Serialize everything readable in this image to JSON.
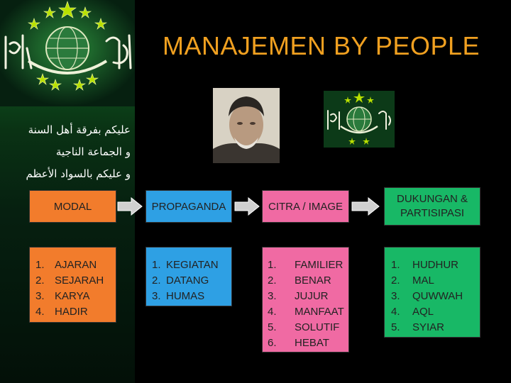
{
  "title": "MANAJEMEN BY PEOPLE",
  "arabic_lines": [
    "عليكم بفرقة أهل السنة",
    "و الجماعة الناجية",
    "و عليكم بالسواد الأعظم"
  ],
  "columns": [
    {
      "header": "MODAL",
      "color": "#f27c2c",
      "items": [
        "AJARAN",
        "SEJARAH",
        "KARYA",
        "HADIR"
      ]
    },
    {
      "header": "PROPAGANDA",
      "color": "#2ea0e4",
      "items": [
        "KEGIATAN",
        "DATANG",
        "HUMAS"
      ]
    },
    {
      "header": "CITRA / IMAGE",
      "color": "#f06aa3",
      "items": [
        "FAMILIER",
        "BENAR",
        "JUJUR",
        "MANFAAT",
        "SOLUTIF",
        "HEBAT"
      ]
    },
    {
      "header": "DUKUNGAN  & PARTISIPASI",
      "color": "#18b866",
      "items": [
        "HUDHUR",
        "MAL",
        "QUWWAH",
        "AQL",
        "SYIAR"
      ]
    }
  ],
  "numbers": [
    "1.",
    "2.",
    "3.",
    "4.",
    "5.",
    "6."
  ],
  "colors": {
    "title": "#f0a020",
    "arrow": "#d0d0d0",
    "logo_green": "#0d5a1e",
    "star_yellow": "#b9e000"
  },
  "icons": [
    "nu-emblem-icon",
    "arabic-calligraphy-icon",
    "star-icon",
    "globe-icon",
    "arrow-right-icon"
  ]
}
